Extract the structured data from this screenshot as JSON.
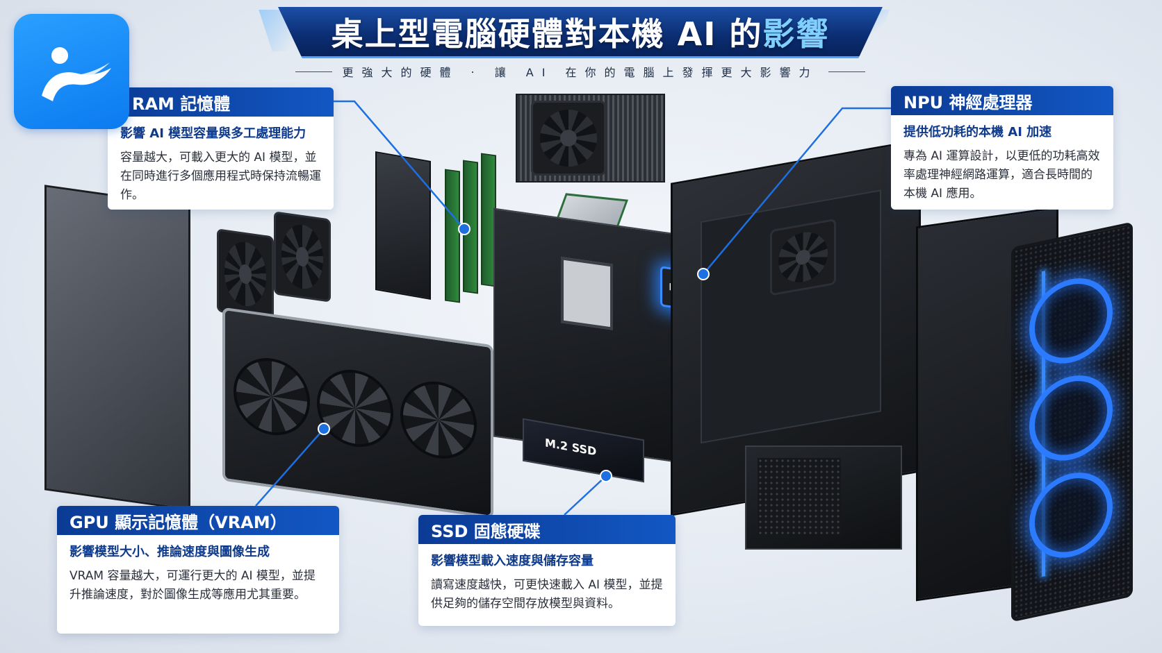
{
  "title": {
    "prefix": "桌上型電腦硬體對本機 AI 的",
    "highlight": "影響"
  },
  "subtitle": "更強大的硬體 ‧ 讓 AI 在你的電腦上發揮更大影響力",
  "labels": {
    "npu_chip": "NPU",
    "ssd_label": "M.2 SSD"
  },
  "cards": {
    "ram": {
      "heading": "RAM 記憶體",
      "subheading": "影響 AI 模型容量與多工處理能力",
      "body": "容量越大，可載入更大的 AI 模型，並在同時進行多個應用程式時保持流暢運作。"
    },
    "npu": {
      "heading": "NPU 神經處理器",
      "subheading": "提供低功耗的本機 AI 加速",
      "body": "專為 AI 運算設計，以更低的功耗高效率處理神經網路運算，適合長時間的本機 AI 應用。"
    },
    "gpu": {
      "heading": "GPU 顯示記憶體（VRAM）",
      "subheading": "影響模型大小、推論速度與圖像生成",
      "body": "VRAM 容量越大，可運行更大的 AI 模型，並提升推論速度，對於圖像生成等應用尤其重要。"
    },
    "ssd": {
      "heading": "SSD 固態硬碟",
      "subheading": "影響模型載入速度與儲存容量",
      "body": "讀寫速度越快，可更快速載入 AI 模型，並提供足夠的儲存空間存放模型與資料。"
    }
  },
  "colors": {
    "accent": "#0b3b94",
    "accent_light": "#1257c4",
    "highlight": "#7fd0ff",
    "glow": "#2c7bff",
    "logo": "#0b7af0"
  },
  "icons": {
    "app_logo": "person-swoosh-icon"
  }
}
